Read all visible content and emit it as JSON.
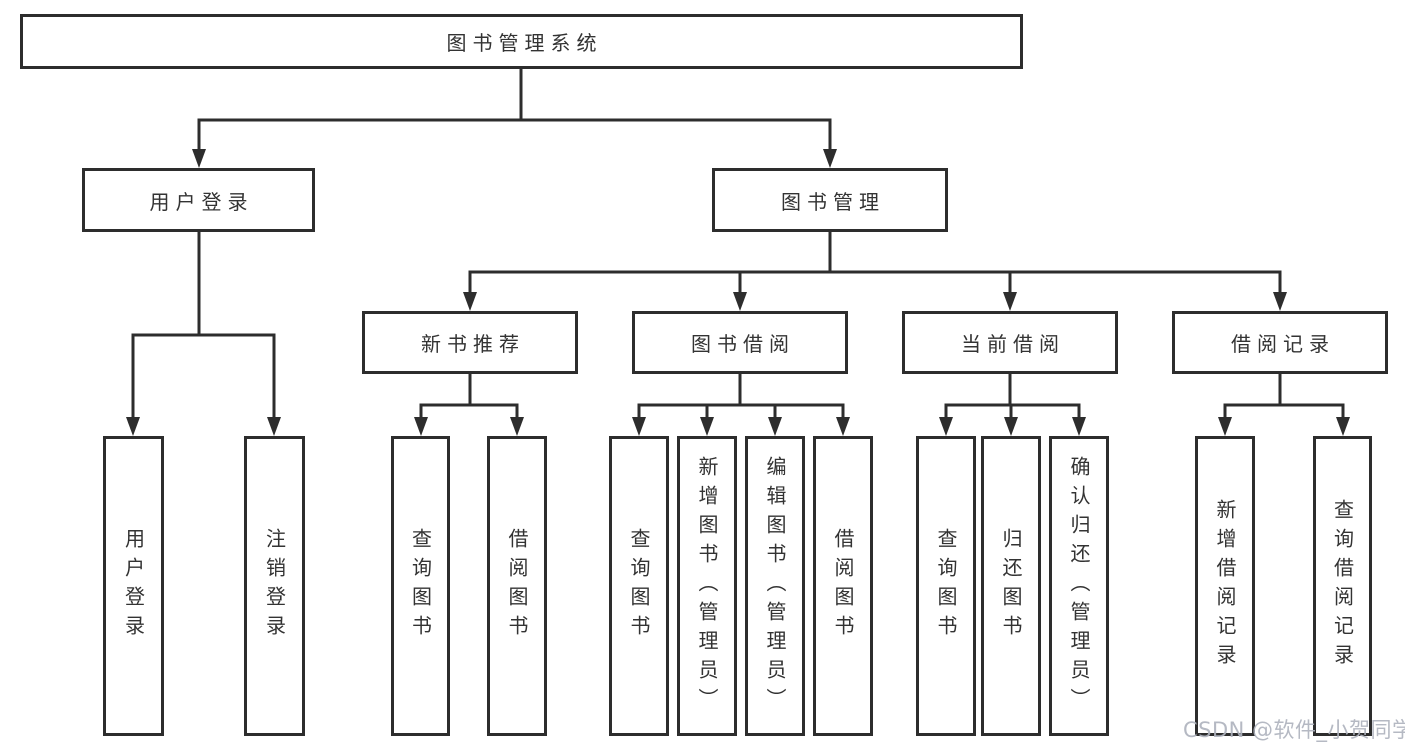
{
  "colors": {
    "line": "#2d2d2d",
    "box_border": "#2d2d2d",
    "box_fill": "#ffffff",
    "text": "#333333",
    "watermark": "#afb3be",
    "background": "#ffffff"
  },
  "root": {
    "label": "图书管理系统"
  },
  "level2": {
    "user_login": {
      "label": "用户登录"
    },
    "book_management": {
      "label": "图书管理"
    }
  },
  "level3": {
    "new_book_rec": {
      "label": "新书推荐"
    },
    "book_borrow": {
      "label": "图书借阅"
    },
    "current_borrow": {
      "label": "当前借阅"
    },
    "borrow_records": {
      "label": "借阅记录"
    }
  },
  "leaves": {
    "user_login": {
      "label": "用户登录"
    },
    "logout": {
      "label": "注销登录"
    },
    "rec_query_books": {
      "label": "查询图书"
    },
    "rec_borrow_books": {
      "label": "借阅图书"
    },
    "bb_query_books": {
      "label": "查询图书"
    },
    "bb_add_book_admin": {
      "label": "新增图书（管理员）"
    },
    "bb_edit_book_admin": {
      "label": "编辑图书（管理员）"
    },
    "bb_borrow_books": {
      "label": "借阅图书"
    },
    "cur_query_books": {
      "label": "查询图书"
    },
    "cur_return_book": {
      "label": "归还图书"
    },
    "cur_confirm_return_admin": {
      "label": "确认归还（管理员）"
    },
    "rc_add_record": {
      "label": "新增借阅记录"
    },
    "rc_query_record": {
      "label": "查询借阅记录"
    }
  },
  "watermark": {
    "text": "CSDN @软件_小贺同学"
  }
}
